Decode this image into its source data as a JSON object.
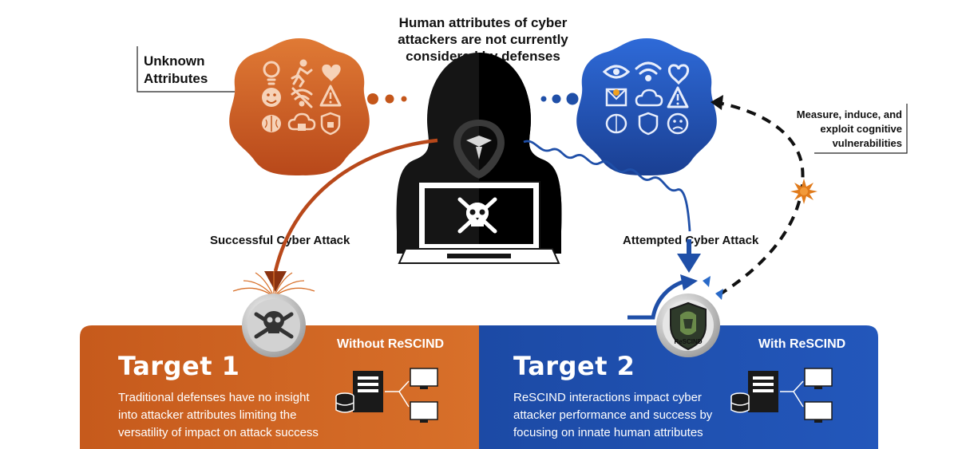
{
  "header": {
    "lines": [
      "Human attributes of cyber",
      "attackers are not currently",
      "considered by defenses"
    ]
  },
  "unknown_attributes": {
    "lines": [
      "Unknown",
      "Attributes"
    ],
    "color": "#c4561a",
    "icons": [
      "lightbulb-icon",
      "running-person-icon",
      "heart-icon",
      "smiley-icon",
      "wifi-off-icon",
      "warning-icon",
      "brain-icon",
      "cloud-lock-icon",
      "shield-lock-icon"
    ]
  },
  "known_attributes": {
    "color": "#1f4fa8",
    "icons": [
      "eye-icon",
      "wifi-icon",
      "heart-icon",
      "mail-alert-icon",
      "cloud-icon",
      "warning-icon",
      "brain-icon",
      "shield-icon",
      "sad-face-icon"
    ]
  },
  "measure_callout": {
    "lines": [
      "Measure, induce, and",
      "exploit cognitive",
      "vulnerabilities"
    ]
  },
  "attacks": {
    "successful": "Successful Cyber Attack",
    "attempted": "Attempted Cyber Attack"
  },
  "rescind_badge": {
    "label": "ReSCIND"
  },
  "targets": [
    {
      "title": "Target 1",
      "subtitle": "Without ReSCIND",
      "description": [
        "Traditional defenses have no insight",
        "into attacker attributes limiting the",
        "versatility of impact on attack success"
      ],
      "color": "#c4561a"
    },
    {
      "title": "Target 2",
      "subtitle": "With ReSCIND",
      "description": [
        "ReSCIND interactions impact cyber",
        "attacker performance and success by",
        "focusing on innate human attributes"
      ],
      "color": "#1f4fa8"
    }
  ],
  "colors": {
    "orange": "#c4561a",
    "blue": "#1f4fa8",
    "dark": "#151515",
    "burst": "#e07a1a"
  }
}
